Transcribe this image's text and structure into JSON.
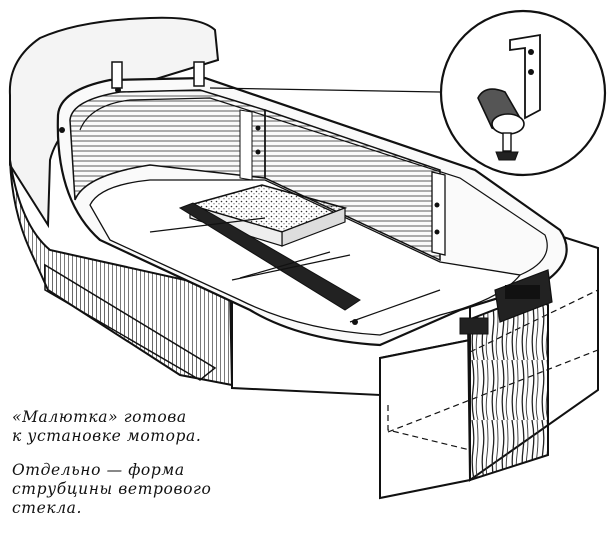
{
  "caption": {
    "lines_1": [
      "«Малютка» готова",
      "к установке мотора."
    ],
    "lines_2": [
      "Отдельно — форма",
      "струбцины ветрового",
      "стекла."
    ]
  },
  "colors": {
    "ink": "#111111",
    "paper": "#ffffff",
    "shade": "#555555"
  }
}
